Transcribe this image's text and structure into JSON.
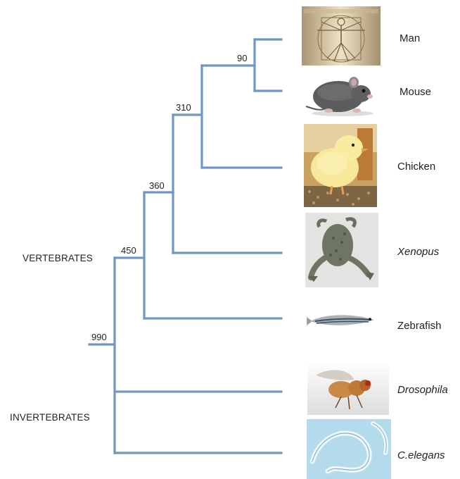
{
  "groups": {
    "vertebrates": "VERTEBRATES",
    "invertebrates": "INVERTEBRATES"
  },
  "nodes": [
    {
      "id": "n990",
      "label": "990"
    },
    {
      "id": "n450",
      "label": "450"
    },
    {
      "id": "n360",
      "label": "360"
    },
    {
      "id": "n310",
      "label": "310"
    },
    {
      "id": "n90",
      "label": "90"
    }
  ],
  "species": [
    {
      "id": "man",
      "label": "Man",
      "italic": false,
      "image": "vitruvian-man-drawing"
    },
    {
      "id": "mouse",
      "label": "Mouse",
      "italic": false,
      "image": "mouse-photo"
    },
    {
      "id": "chicken",
      "label": "Chicken",
      "italic": false,
      "image": "chick-photo"
    },
    {
      "id": "xenopus",
      "label": "Xenopus",
      "italic": true,
      "image": "frog-photo"
    },
    {
      "id": "zebrafish",
      "label": "Zebrafish",
      "italic": false,
      "image": "zebrafish-photo"
    },
    {
      "id": "drosophila",
      "label": "Drosophila",
      "italic": true,
      "image": "fruit-fly-photo"
    },
    {
      "id": "celegans",
      "label": "C.elegans",
      "italic": true,
      "image": "nematode-photo"
    }
  ],
  "colors": {
    "branch": "#6f96c4"
  }
}
